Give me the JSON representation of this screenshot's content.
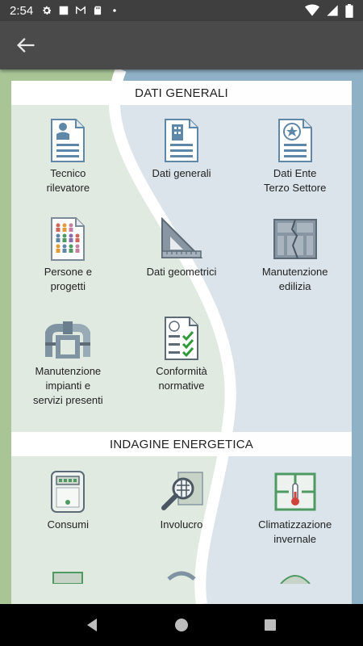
{
  "status_bar": {
    "time": "2:54",
    "left_icons": [
      "gear-icon",
      "square-notification-icon",
      "gmail-icon",
      "sd-card-icon",
      "dot-icon"
    ],
    "right_icons": [
      "wifi-icon",
      "signal-icon",
      "battery-icon"
    ]
  },
  "app_bar": {
    "back_icon": "arrow-back-icon"
  },
  "sections": [
    {
      "title": "DATI GENERALI",
      "items": [
        {
          "label": "Tecnico\nrilevatore",
          "icon": "technician-document-icon"
        },
        {
          "label": "Dati generali",
          "icon": "building-document-icon"
        },
        {
          "label": "Dati Ente\nTerzo Settore",
          "icon": "emblem-document-icon"
        },
        {
          "label": "Persone e\nprogetti",
          "icon": "people-document-icon"
        },
        {
          "label": "Dati geometrici",
          "icon": "set-square-ruler-icon"
        },
        {
          "label": "Manutenzione\nedilizia",
          "icon": "cracked-wall-icon"
        },
        {
          "label": "Manutenzione\nimpianti e\nservizi presenti",
          "icon": "pipes-icon"
        },
        {
          "label": "Conformità\nnormative",
          "icon": "checklist-document-icon"
        }
      ]
    },
    {
      "title": "INDAGINE ENERGETICA",
      "items": [
        {
          "label": "Consumi",
          "icon": "meter-icon"
        },
        {
          "label": "Involucro",
          "icon": "magnifier-wall-icon"
        },
        {
          "label": "Climatizzazione\ninvernale",
          "icon": "floorplan-thermometer-icon"
        }
      ]
    }
  ],
  "nav_bar": {
    "buttons": [
      "back-triangle-icon",
      "home-circle-icon",
      "recents-square-icon"
    ]
  },
  "colors": {
    "status_bar": "#3f3f3f",
    "app_bar": "#4a4a4a",
    "icon_blue": "#5f87a8",
    "icon_gray": "#7a8a96",
    "check_green": "#2e9a3a",
    "bg_green": "#a9c596",
    "bg_blue": "#8fb1c6"
  }
}
